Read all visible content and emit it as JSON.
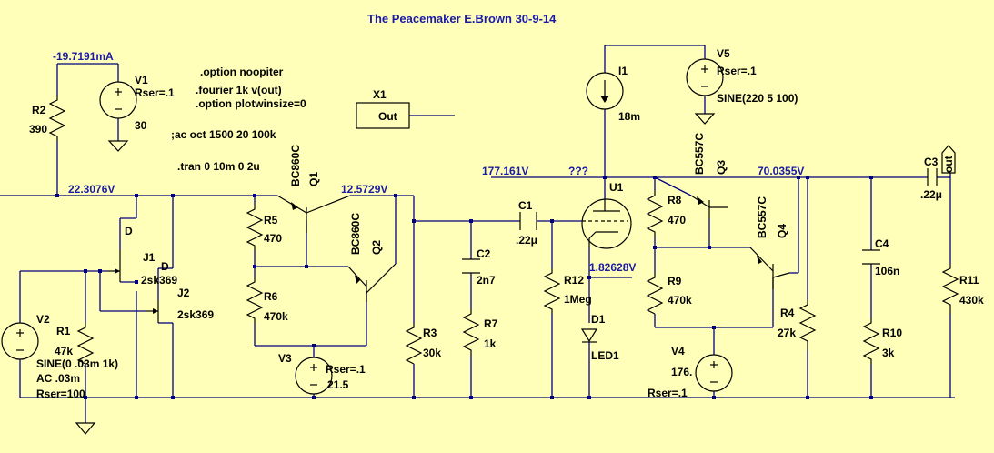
{
  "title": "The Peacemaker E.Brown 30-9-14",
  "directives": {
    "noopiter": ".option noopiter",
    "fourier": ".fourier 1k v(out)",
    "plotwinsize": ".option plotwinsize=0",
    "ac": ";ac oct 1500 20 100k",
    "tran": ".tran 0 10m 0 2u"
  },
  "probes": {
    "i_r2": "-19.7191mA",
    "v_rail": "22.3076V",
    "v_q1": "12.5729V",
    "v_plate": "177.161V",
    "v_unknown": "???",
    "v_cathode": "1.82628V",
    "v_q3": "70.0355V"
  },
  "components": {
    "v1": {
      "name": "V1",
      "rser": "Rser=.1",
      "value": "30"
    },
    "r2": {
      "name": "R2",
      "value": "390"
    },
    "x1": {
      "name": "X1",
      "port": "Out"
    },
    "q1": {
      "name": "Q1",
      "model": "BC860C"
    },
    "q2": {
      "name": "Q2",
      "model": "BC860C"
    },
    "r5": {
      "name": "R5",
      "value": "470"
    },
    "r6": {
      "name": "R6",
      "value": "470k"
    },
    "v3": {
      "name": "V3",
      "rser": "Rser=.1",
      "value": "21.5"
    },
    "j1": {
      "name": "J1",
      "model": "2sk369",
      "pin": "D"
    },
    "j2": {
      "name": "J2",
      "model": "2sk369",
      "pin": "D"
    },
    "v2": {
      "name": "V2",
      "sine": "SINE(0 .03m 1k)",
      "ac": "AC .03m",
      "rser": "Rser=100"
    },
    "r1": {
      "name": "R1",
      "value": "47k"
    },
    "r3": {
      "name": "R3",
      "value": "30k"
    },
    "c1": {
      "name": "C1",
      "value": ".22μ"
    },
    "c2": {
      "name": "C2",
      "value": "2n7"
    },
    "r7": {
      "name": "R7",
      "value": "1k"
    },
    "i1": {
      "name": "I1",
      "value": "18m"
    },
    "u1": {
      "name": "U1"
    },
    "r12": {
      "name": "R12",
      "value": "1Meg"
    },
    "d1": {
      "name": "D1",
      "model": "LED1"
    },
    "v5": {
      "name": "V5",
      "rser": "Rser=.1",
      "value": "SINE(220 5 100)"
    },
    "r8": {
      "name": "R8",
      "value": "470"
    },
    "r9": {
      "name": "R9",
      "value": "470k"
    },
    "q3": {
      "name": "Q3",
      "model": "BC557C"
    },
    "q4": {
      "name": "Q4",
      "model": "BC557C"
    },
    "v4": {
      "name": "V4",
      "rser": "Rser=.1",
      "value": "176."
    },
    "r4": {
      "name": "R4",
      "value": "27k"
    },
    "c4": {
      "name": "C4",
      "value": "106n"
    },
    "r10": {
      "name": "R10",
      "value": "3k"
    },
    "c3": {
      "name": "C3",
      "value": ".22μ"
    },
    "r11": {
      "name": "R11",
      "value": "430k"
    }
  },
  "net_label": "out",
  "colors": {
    "background": "#ffffb9",
    "wire": "#000080",
    "label": "#1a1aa6",
    "component": "#000000"
  }
}
